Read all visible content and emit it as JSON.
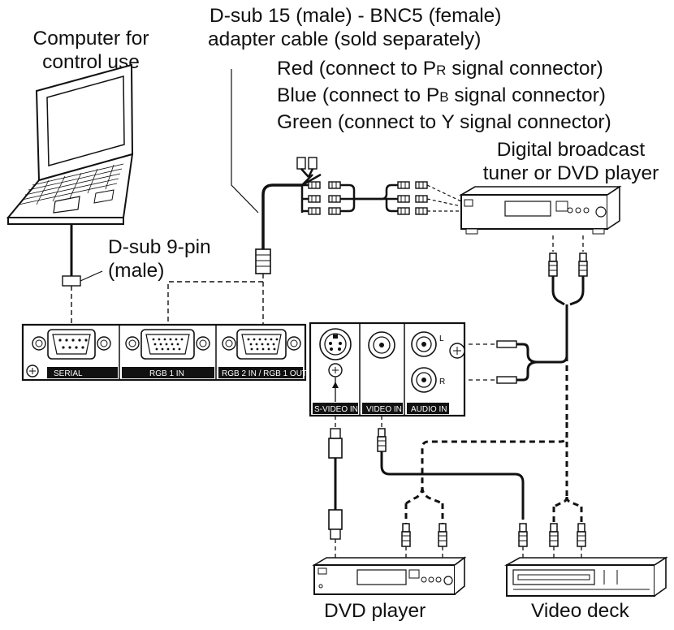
{
  "labels": {
    "computer_line1": "Computer for",
    "computer_line2": "control use",
    "dsub15_line1": "D-sub 15 (male) - BNC5 (female)",
    "dsub15_line2": "adapter cable (sold separately)",
    "red_prefix": "Red (connect to P",
    "red_sub": "R",
    "red_suffix": " signal connector)",
    "blue_prefix": "Blue (connect to P",
    "blue_sub": "B",
    "blue_suffix": " signal connector)",
    "green": "Green (connect to Y signal connector)",
    "tuner_line1": "Digital broadcast",
    "tuner_line2": "tuner or DVD player",
    "dsub9_line1": "D-sub 9-pin",
    "dsub9_line2": "(male)",
    "dvd_player": "DVD player",
    "video_deck": "Video deck"
  },
  "panel": {
    "serial": "SERIAL",
    "rgb1_in": "RGB 1 IN",
    "rgb2_in": "RGB 2 IN / RGB 1 OUT",
    "svideo_in": "S-VIDEO IN",
    "video_in": "VIDEO IN",
    "audio_in": "AUDIO IN",
    "audio_l": "L",
    "audio_r": "R"
  },
  "icons": [
    "laptop-icon",
    "dvd-player-icon",
    "video-deck-icon",
    "tuner-icon",
    "connector-panel"
  ]
}
